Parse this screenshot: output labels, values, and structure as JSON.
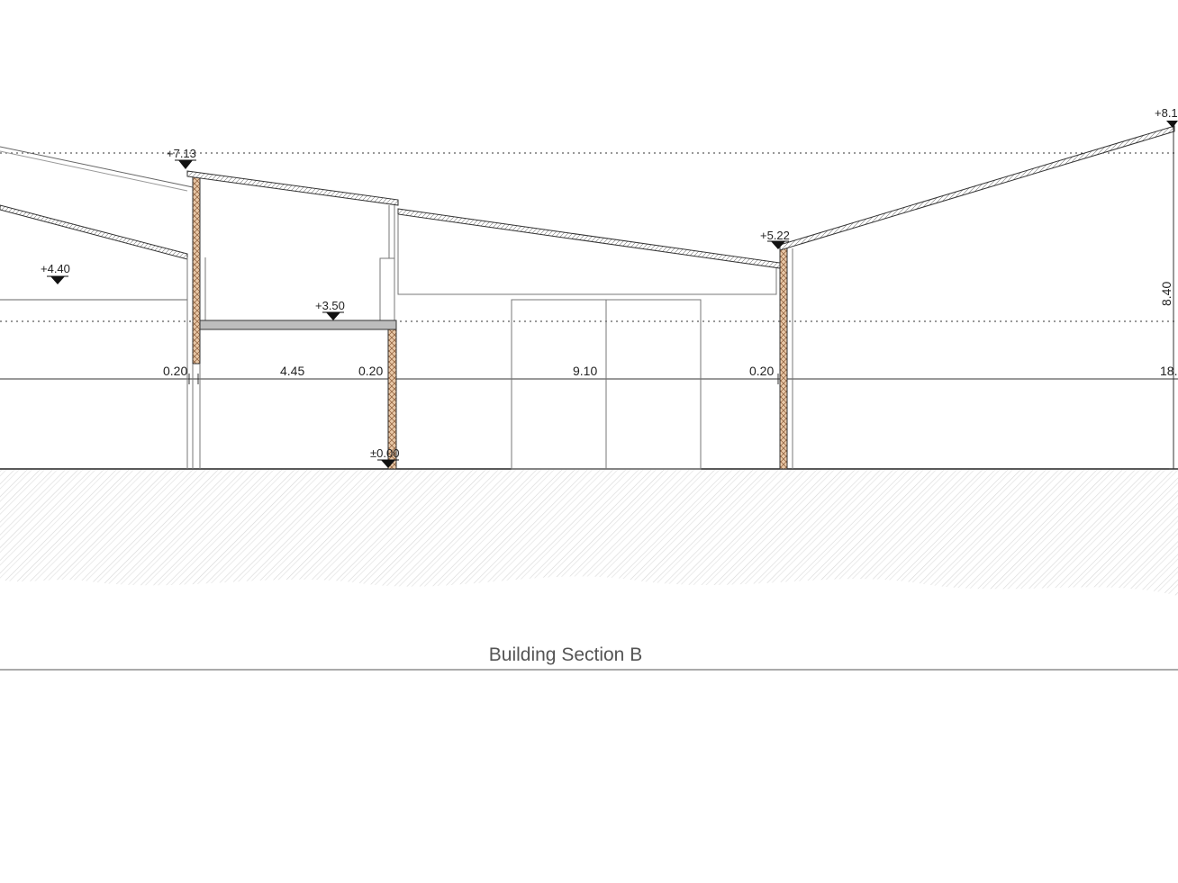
{
  "levels": {
    "l1": "+7.13",
    "l2": "+4.40",
    "l3": "+3.50",
    "l4": "+5.22",
    "l5": "±0.00",
    "l6": "+8.1"
  },
  "dimensions": {
    "d1": "0.20",
    "d2": "4.45",
    "d3": "0.20",
    "d4": "9.10",
    "d5": "0.20",
    "d6": "18.",
    "d7": "8.40"
  },
  "caption": "Building Section B",
  "colors": {
    "wall_hatch": "#d9a47a",
    "ground_hatch": "#cfcfcf",
    "line": "#222222"
  }
}
